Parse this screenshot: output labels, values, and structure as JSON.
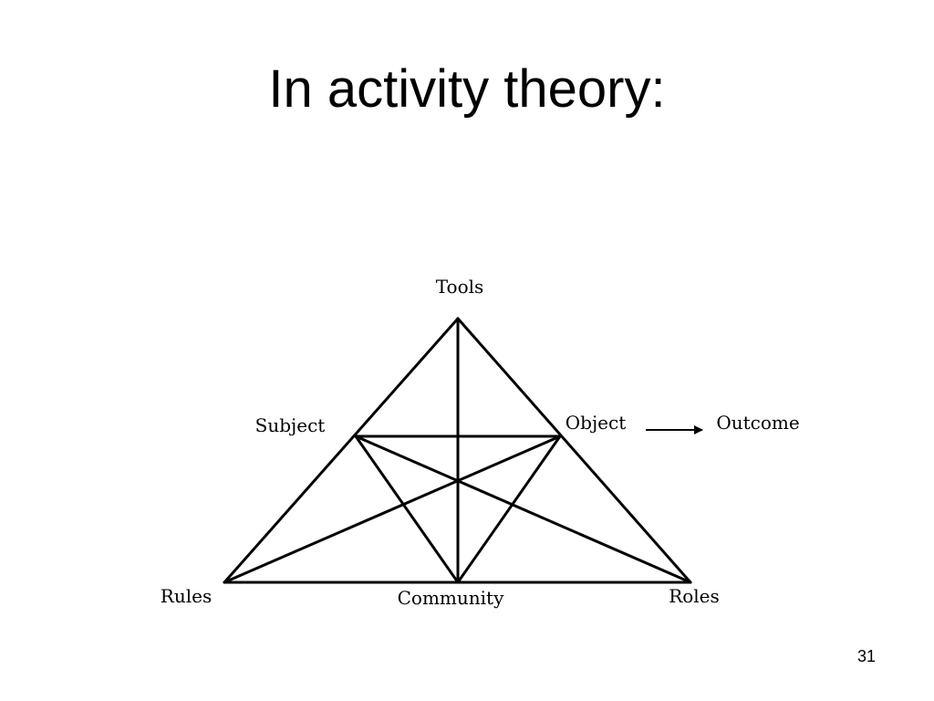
{
  "slide": {
    "title": "In activity theory:",
    "number": "31"
  },
  "diagram": {
    "nodes": {
      "tools": "Tools",
      "subject": "Subject",
      "object": "Object",
      "outcome": "Outcome",
      "rules": "Rules",
      "community": "Community",
      "roles": "Roles"
    }
  }
}
